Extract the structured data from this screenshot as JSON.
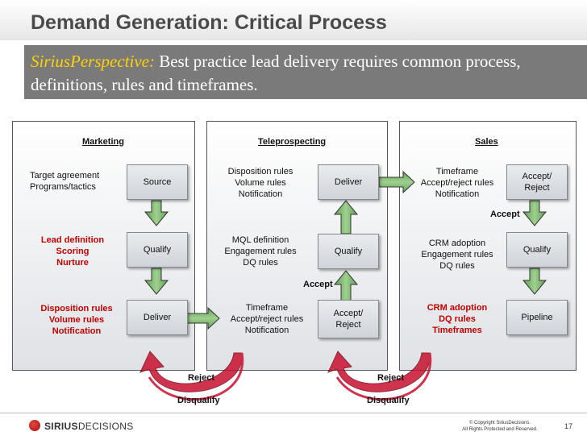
{
  "header": {
    "title": "Demand Generation: Critical Process",
    "subtitle_lead": "SiriusPerspective:",
    "subtitle_text": "Best practice lead delivery requires common process, definitions, rules and timeframes."
  },
  "columns": {
    "marketing": {
      "title": "Marketing",
      "notes": [
        "Target agreement",
        "Programs/tactics"
      ],
      "lead_def": [
        "Lead definition",
        "Scoring",
        "Nurture"
      ],
      "disposition": [
        "Disposition rules",
        "Volume rules",
        "Notification"
      ],
      "boxes": {
        "source": "Source",
        "qualify": "Qualify",
        "deliver": "Deliver"
      }
    },
    "teleprospecting": {
      "title": "Teleprospecting",
      "rules": [
        "Disposition rules",
        "Volume rules",
        "Notification"
      ],
      "mql": [
        "MQL definition",
        "Engagement rules",
        "DQ rules"
      ],
      "timeframe": [
        "Timeframe",
        "Accept/reject rules",
        "Notification"
      ],
      "boxes": {
        "deliver": "Deliver",
        "qualify": "Qualify",
        "accept_reject": [
          "Accept/",
          "Reject"
        ]
      },
      "accept_label": "Accept"
    },
    "sales": {
      "title": "Sales",
      "timeframe": [
        "Timeframe",
        "Accept/reject rules",
        "Notification"
      ],
      "crm": [
        "CRM adoption",
        "Engagement rules",
        "DQ rules"
      ],
      "crm_red": [
        "CRM adoption",
        "DQ rules",
        "Timeframes"
      ],
      "boxes": {
        "accept_reject": [
          "Accept/",
          "Reject"
        ],
        "qualify": "Qualify",
        "pipeline": "Pipeline"
      },
      "accept_label": "Accept"
    }
  },
  "loops": {
    "left": {
      "reject": "Reject",
      "disqualify": "Disqualify"
    },
    "right": {
      "reject": "Reject",
      "disqualify": "Disqualify"
    }
  },
  "footer": {
    "logo_bold": "SIRIUS",
    "logo_light": "DECISIONS",
    "copyright": [
      "© Copyright SiriusDecisions.",
      "All Rights Protected and Reserved."
    ],
    "page_number": "17"
  },
  "colors": {
    "arrow_green": "#7ab56e",
    "loop_red": "#c8102e",
    "accent_red": "#c00000",
    "lead_yellow": "#ffd200"
  }
}
